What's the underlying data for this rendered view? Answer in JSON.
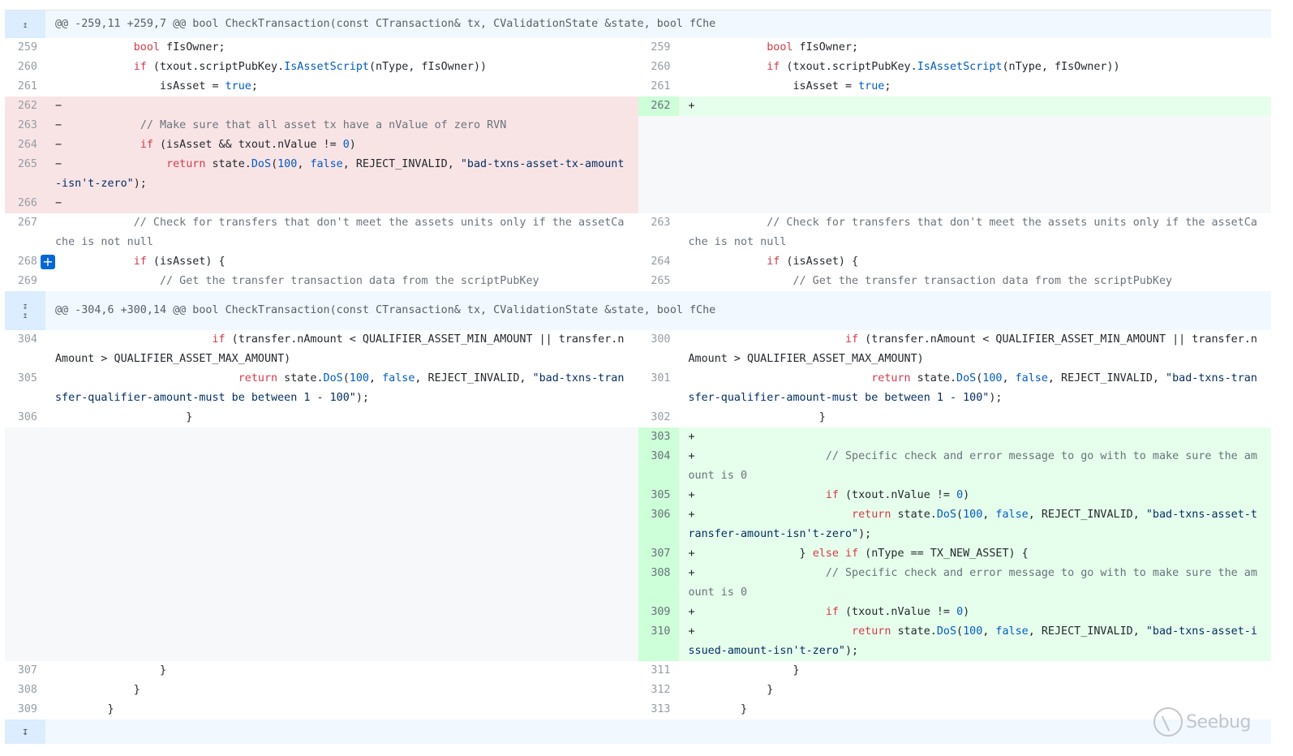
{
  "hunk1": {
    "header": "@@ -259,11 +259,7 @@ bool CheckTransaction(const CTransaction& tx, CValidationState &state, bool fChe"
  },
  "hunk2": {
    "header": "@@ -304,6 +300,14 @@ bool CheckTransaction(const CTransaction& tx, CValidationState &state, bool fChe"
  },
  "rows1": [
    {
      "l": [
        "259",
        "ctx",
        "            bool fIsOwner;"
      ],
      "r": [
        "259",
        "ctx",
        "            bool fIsOwner;"
      ]
    },
    {
      "l": [
        "260",
        "ctx",
        "            if (txout.scriptPubKey.IsAssetScript(nType, fIsOwner))"
      ],
      "r": [
        "260",
        "ctx",
        "            if (txout.scriptPubKey.IsAssetScript(nType, fIsOwner))"
      ]
    },
    {
      "l": [
        "261",
        "ctx",
        "                isAsset = true;"
      ],
      "r": [
        "261",
        "ctx",
        "                isAsset = true;"
      ]
    },
    {
      "l": [
        "262",
        "del",
        ""
      ],
      "r": [
        "262",
        "add",
        ""
      ]
    },
    {
      "l": [
        "263",
        "del",
        "            // Make sure that all asset tx have a nValue of zero RVN"
      ],
      "r": [
        "",
        "empty",
        ""
      ]
    },
    {
      "l": [
        "264",
        "del",
        "            if (isAsset && txout.nValue != 0)"
      ],
      "r": [
        "",
        "empty",
        ""
      ]
    },
    {
      "l": [
        "265",
        "del",
        "                return state.DoS(100, false, REJECT_INVALID, \"bad-txns-asset-tx-amount-isn't-zero\");"
      ],
      "r": [
        "",
        "empty",
        ""
      ]
    },
    {
      "l": [
        "266",
        "del",
        ""
      ],
      "r": [
        "",
        "empty",
        ""
      ]
    },
    {
      "l": [
        "267",
        "ctx",
        "            // Check for transfers that don't meet the assets units only if the assetCache is not null"
      ],
      "r": [
        "263",
        "ctx",
        "            // Check for transfers that don't meet the assets units only if the assetCache is not null"
      ]
    },
    {
      "l": [
        "268",
        "ctx",
        "            if (isAsset) {"
      ],
      "r": [
        "264",
        "ctx",
        "            if (isAsset) {"
      ]
    },
    {
      "l": [
        "269",
        "ctx",
        "                // Get the transfer transaction data from the scriptPubKey"
      ],
      "r": [
        "265",
        "ctx",
        "                // Get the transfer transaction data from the scriptPubKey"
      ]
    }
  ],
  "rows2": [
    {
      "l": [
        "304",
        "ctx",
        "                        if (transfer.nAmount < QUALIFIER_ASSET_MIN_AMOUNT || transfer.nAmount > QUALIFIER_ASSET_MAX_AMOUNT)"
      ],
      "r": [
        "300",
        "ctx",
        "                        if (transfer.nAmount < QUALIFIER_ASSET_MIN_AMOUNT || transfer.nAmount > QUALIFIER_ASSET_MAX_AMOUNT)"
      ]
    },
    {
      "l": [
        "305",
        "ctx",
        "                            return state.DoS(100, false, REJECT_INVALID, \"bad-txns-transfer-qualifier-amount-must be between 1 - 100\");"
      ],
      "r": [
        "301",
        "ctx",
        "                            return state.DoS(100, false, REJECT_INVALID, \"bad-txns-transfer-qualifier-amount-must be between 1 - 100\");"
      ]
    },
    {
      "l": [
        "306",
        "ctx",
        "                    }"
      ],
      "r": [
        "302",
        "ctx",
        "                    }"
      ]
    },
    {
      "l": [
        "",
        "empty",
        ""
      ],
      "r": [
        "303",
        "add",
        ""
      ]
    },
    {
      "l": [
        "",
        "empty",
        ""
      ],
      "r": [
        "304",
        "add",
        "                    // Specific check and error message to go with to make sure the amount is 0"
      ]
    },
    {
      "l": [
        "",
        "empty",
        ""
      ],
      "r": [
        "305",
        "add",
        "                    if (txout.nValue != 0)"
      ]
    },
    {
      "l": [
        "",
        "empty",
        ""
      ],
      "r": [
        "306",
        "add",
        "                        return state.DoS(100, false, REJECT_INVALID, \"bad-txns-asset-transfer-amount-isn't-zero\");"
      ]
    },
    {
      "l": [
        "",
        "empty",
        ""
      ],
      "r": [
        "307",
        "add",
        "                } else if (nType == TX_NEW_ASSET) {"
      ]
    },
    {
      "l": [
        "",
        "empty",
        ""
      ],
      "r": [
        "308",
        "add",
        "                    // Specific check and error message to go with to make sure the amount is 0"
      ]
    },
    {
      "l": [
        "",
        "empty",
        ""
      ],
      "r": [
        "309",
        "add",
        "                    if (txout.nValue != 0)"
      ]
    },
    {
      "l": [
        "",
        "empty",
        ""
      ],
      "r": [
        "310",
        "add",
        "                        return state.DoS(100, false, REJECT_INVALID, \"bad-txns-asset-issued-amount-isn't-zero\");"
      ]
    },
    {
      "l": [
        "307",
        "ctx",
        "                }"
      ],
      "r": [
        "311",
        "ctx",
        "                }"
      ]
    },
    {
      "l": [
        "308",
        "ctx",
        "            }"
      ],
      "r": [
        "312",
        "ctx",
        "            }"
      ]
    },
    {
      "l": [
        "309",
        "ctx",
        "        }"
      ],
      "r": [
        "313",
        "ctx",
        "        }"
      ]
    }
  ],
  "signs": {
    "add": "+",
    "del": "−"
  },
  "watermark": "Seebug"
}
